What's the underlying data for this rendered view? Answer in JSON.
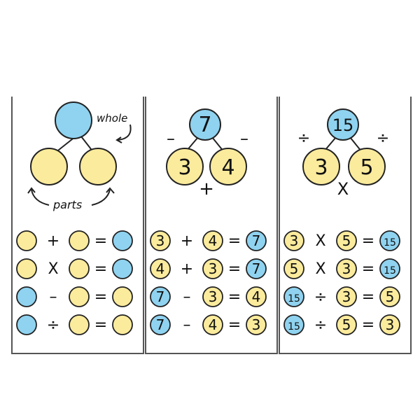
{
  "colors": {
    "part_fill": "#fbeb9c",
    "whole_fill": "#8fd3f0",
    "outline": "#222222"
  },
  "panel_1": {
    "labels": {
      "whole": "whole",
      "parts": "parts"
    },
    "rows": [
      {
        "a": "",
        "op": "+",
        "b": "",
        "eq": "=",
        "c": "",
        "a_kind": "part",
        "b_kind": "part",
        "c_kind": "whole"
      },
      {
        "a": "",
        "op": "X",
        "b": "",
        "eq": "=",
        "c": "",
        "a_kind": "part",
        "b_kind": "part",
        "c_kind": "whole"
      },
      {
        "a": "",
        "op": "–",
        "b": "",
        "eq": "=",
        "c": "",
        "a_kind": "whole",
        "b_kind": "part",
        "c_kind": "part"
      },
      {
        "a": "",
        "op": "÷",
        "b": "",
        "eq": "=",
        "c": "",
        "a_kind": "whole",
        "b_kind": "part",
        "c_kind": "part"
      }
    ]
  },
  "panel_2": {
    "whole": "7",
    "part_left": "3",
    "part_right": "4",
    "op_left": "–",
    "op_right": "–",
    "op_bottom": "+",
    "rows": [
      {
        "a": "3",
        "op": "+",
        "b": "4",
        "eq": "=",
        "c": "7",
        "a_kind": "part",
        "b_kind": "part",
        "c_kind": "whole"
      },
      {
        "a": "4",
        "op": "+",
        "b": "3",
        "eq": "=",
        "c": "7",
        "a_kind": "part",
        "b_kind": "part",
        "c_kind": "whole"
      },
      {
        "a": "7",
        "op": "–",
        "b": "3",
        "eq": "=",
        "c": "4",
        "a_kind": "whole",
        "b_kind": "part",
        "c_kind": "part"
      },
      {
        "a": "7",
        "op": "–",
        "b": "4",
        "eq": "=",
        "c": "3",
        "a_kind": "whole",
        "b_kind": "part",
        "c_kind": "part"
      }
    ]
  },
  "panel_3": {
    "whole": "15",
    "part_left": "3",
    "part_right": "5",
    "op_left": "÷",
    "op_right": "÷",
    "op_bottom": "X",
    "rows": [
      {
        "a": "3",
        "op": "X",
        "b": "5",
        "eq": "=",
        "c": "15",
        "a_kind": "part",
        "b_kind": "part",
        "c_kind": "whole"
      },
      {
        "a": "5",
        "op": "X",
        "b": "3",
        "eq": "=",
        "c": "15",
        "a_kind": "part",
        "b_kind": "part",
        "c_kind": "whole"
      },
      {
        "a": "15",
        "op": "÷",
        "b": "3",
        "eq": "=",
        "c": "5",
        "a_kind": "whole",
        "b_kind": "part",
        "c_kind": "part"
      },
      {
        "a": "15",
        "op": "÷",
        "b": "5",
        "eq": "=",
        "c": "3",
        "a_kind": "whole",
        "b_kind": "part",
        "c_kind": "part"
      }
    ]
  }
}
